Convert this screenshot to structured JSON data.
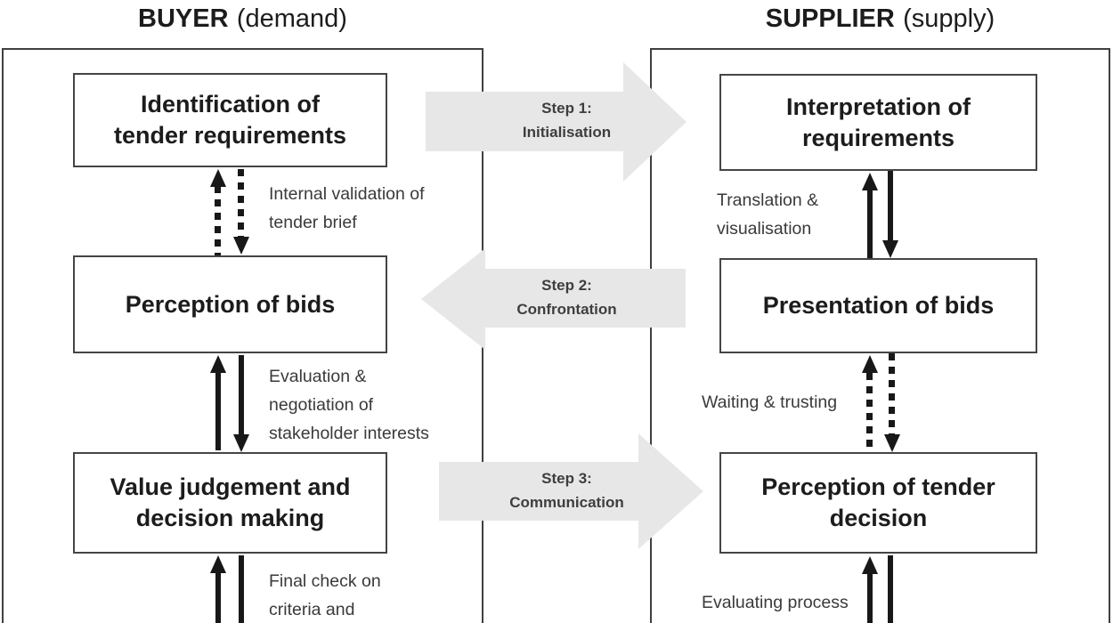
{
  "header": {
    "buyer": {
      "bold": "BUYER",
      "rest": "(demand)"
    },
    "supplier": {
      "bold": "SUPPLIER",
      "rest": "(supply)"
    }
  },
  "buyer_column": {
    "boxes": {
      "identification": "Identification of\ntender requirements",
      "perception_bids": "Perception of bids",
      "value_judgement": "Value judgement and\ndecision making"
    },
    "annotations": {
      "internal_validation": "Internal validation of\ntender brief",
      "evaluation": "Evaluation &\nnegotiation of\nstakeholder interests",
      "final_check": "Final check on\ncriteria and"
    }
  },
  "supplier_column": {
    "boxes": {
      "interpretation": "Interpretation of\nrequirements",
      "presentation_bids": "Presentation of bids",
      "perception_decision": "Perception of tender\ndecision"
    },
    "annotations": {
      "translation": "Translation &\nvisualisation",
      "waiting": "Waiting & trusting",
      "evaluating": "Evaluating process"
    }
  },
  "steps": {
    "step1": "Step 1:\nInitialisation",
    "step2": "Step 2:\nConfrontation",
    "step3": "Step 3:\nCommunication"
  },
  "colors": {
    "step_arrow_fill": "#e7e7e7",
    "line_color": "#404040",
    "box_text": "#1c1c1c",
    "annotation_text": "#3a3a3a",
    "flow_arrow": "#181818"
  }
}
